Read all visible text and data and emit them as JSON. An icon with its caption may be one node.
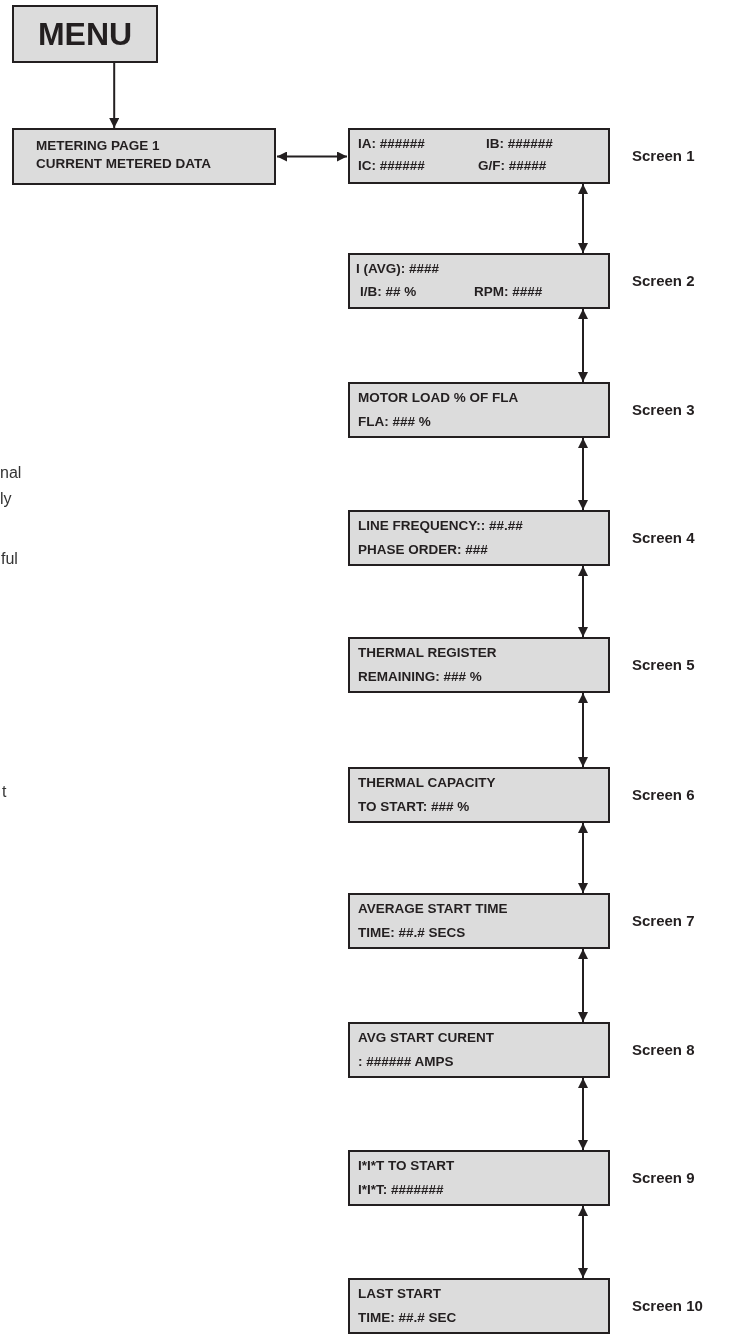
{
  "diagram": {
    "nodes": [
      {
        "text": [
          "MENU"
        ]
      },
      {
        "text": [
          "METERING PAGE 1",
          "CURRENT METERED DATA"
        ]
      },
      {
        "text": [
          "IA: ######",
          "IB: ######",
          "IC: ######",
          "G/F: #####"
        ],
        "beside": [
          "Screen 1"
        ]
      },
      {
        "text": [
          "I (AVG): ####",
          "I/B: ## %",
          "RPM: ####"
        ],
        "beside": [
          "Screen 2"
        ]
      },
      {
        "text": [
          "MOTOR LOAD % OF FLA",
          "FLA: ### %"
        ],
        "beside": [
          "Screen 3"
        ]
      },
      {
        "text": [
          "LINE FREQUENCY:: ##.##",
          "PHASE ORDER:  ###"
        ],
        "beside": [
          "Screen 4"
        ]
      },
      {
        "text": [
          "THERMAL REGISTER",
          "REMAINING: ### %"
        ],
        "beside": [
          "Screen 5"
        ]
      },
      {
        "text": [
          "THERMAL CAPACITY",
          "TO START: ### %"
        ],
        "beside": [
          "Screen 6"
        ]
      },
      {
        "text": [
          "AVERAGE START TIME",
          "TIME: ##.# SECS"
        ],
        "beside": [
          "Screen 7"
        ]
      },
      {
        "text": [
          "AVG START CURENT",
          ": ###### AMPS"
        ],
        "beside": [
          "Screen 8"
        ]
      },
      {
        "text": [
          "I*I*T TO START",
          "I*I*T: #######"
        ],
        "beside": [
          "Screen 9"
        ]
      },
      {
        "text": [
          "LAST START",
          "TIME: ##.# SEC"
        ],
        "beside": [
          "Screen 10"
        ]
      }
    ],
    "edges": [
      {
        "from": 0,
        "to": 1,
        "arrow": "to"
      },
      {
        "from": 1,
        "to": 2,
        "arrow": "both"
      },
      {
        "from": 2,
        "to": 3,
        "arrow": "both"
      },
      {
        "from": 3,
        "to": 4,
        "arrow": "both"
      },
      {
        "from": 4,
        "to": 5,
        "arrow": "both"
      },
      {
        "from": 5,
        "to": 6,
        "arrow": "both"
      },
      {
        "from": 6,
        "to": 7,
        "arrow": "both"
      },
      {
        "from": 7,
        "to": 8,
        "arrow": "both"
      },
      {
        "from": 8,
        "to": 9,
        "arrow": "both"
      },
      {
        "from": 9,
        "to": 10,
        "arrow": "both"
      },
      {
        "from": 10,
        "to": 11,
        "arrow": "both"
      }
    ],
    "labels": [
      "nal",
      "ly",
      "ful",
      "t"
    ]
  }
}
